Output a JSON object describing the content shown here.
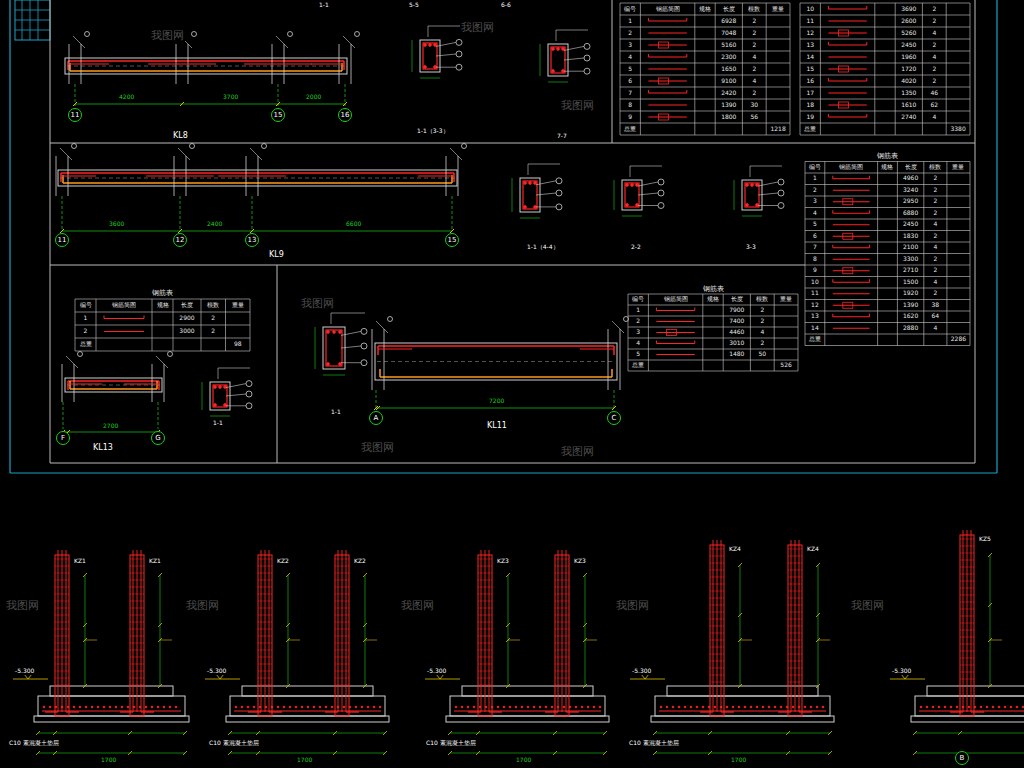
{
  "diagram": {
    "nodes": [
      {
        "text": [
          "11"
        ]
      },
      {
        "text": [
          "15"
        ]
      },
      {
        "text": [
          "16"
        ]
      },
      {
        "text": [
          "11"
        ]
      },
      {
        "text": [
          "12"
        ]
      },
      {
        "text": [
          "13"
        ]
      },
      {
        "text": [
          "15"
        ]
      },
      {
        "text": [
          "F"
        ]
      },
      {
        "text": [
          "G"
        ]
      },
      {
        "text": [
          "A"
        ]
      },
      {
        "text": [
          "C"
        ]
      },
      {
        "text": [
          "B"
        ]
      }
    ],
    "labels": [
      "KL8",
      "KL9",
      "KL13",
      "KL11",
      "1-1",
      "5-5",
      "6-6",
      "1-1（3-3）",
      "7-7",
      "1-1（4-4）",
      "2-2",
      "3-3",
      "1-1",
      "1-1",
      "4200",
      "3700",
      "2000",
      "3600",
      "2400",
      "6600",
      "7200",
      "2700",
      "-5.300",
      "-5.300",
      "-5.300",
      "-5.300",
      "-5.300",
      "C10 素混凝土垫层",
      "C10 素混凝土垫层",
      "C10 素混凝土垫层",
      "C10 素混凝土垫层",
      "1700",
      "1700",
      "1700",
      "1700",
      "KZ1",
      "KZ1",
      "KZ2",
      "KZ2",
      "KZ3",
      "KZ3",
      "KZ4",
      "KZ4",
      "KZ5",
      "我图网",
      "我图网",
      "我图网",
      "我图网",
      "我图网",
      "我图网",
      "我图网",
      "我图网",
      "我图网",
      "我图网",
      "我图网",
      "编号",
      "钢筋简图",
      "规格",
      "长度",
      "根数",
      "重量",
      "1",
      "6928",
      "2",
      "2",
      "7048",
      "2",
      "3",
      "5160",
      "2",
      "4",
      "2300",
      "4",
      "5",
      "1650",
      "2",
      "6",
      "9100",
      "4",
      "7",
      "2420",
      "2",
      "8",
      "1390",
      "30",
      "9",
      "1800",
      "56",
      "总重",
      "1218",
      "10",
      "3690",
      "2",
      "11",
      "2600",
      "2",
      "12",
      "5260",
      "4",
      "13",
      "2450",
      "2",
      "14",
      "1960",
      "4",
      "15",
      "1720",
      "2",
      "16",
      "4020",
      "2",
      "17",
      "1350",
      "46",
      "18",
      "1610",
      "62",
      "19",
      "2740",
      "4",
      "总重",
      "3380",
      "钢筋表",
      "编号",
      "钢筋简图",
      "规格",
      "长度",
      "根数",
      "重量",
      "1",
      "4960",
      "2",
      "2",
      "3240",
      "2",
      "3",
      "2950",
      "2",
      "4",
      "6880",
      "2",
      "5",
      "2450",
      "4",
      "6",
      "1830",
      "2",
      "7",
      "2100",
      "4",
      "8",
      "3300",
      "2",
      "9",
      "2710",
      "2",
      "10",
      "1500",
      "4",
      "11",
      "1920",
      "2",
      "12",
      "1390",
      "38",
      "13",
      "1620",
      "64",
      "14",
      "2880",
      "4",
      "总重",
      "2286",
      "钢筋表",
      "编号",
      "钢筋简图",
      "规格",
      "长度",
      "根数",
      "重量",
      "1",
      "2900",
      "2",
      "2",
      "3000",
      "2",
      "总重",
      "98",
      "钢筋表",
      "编号",
      "钢筋简图",
      "规格",
      "长度",
      "根数",
      "重量",
      "1",
      "7900",
      "2",
      "2",
      "7400",
      "2",
      "3",
      "4460",
      "4",
      "4",
      "3010",
      "2",
      "5",
      "1480",
      "50",
      "总重",
      "526"
    ]
  }
}
